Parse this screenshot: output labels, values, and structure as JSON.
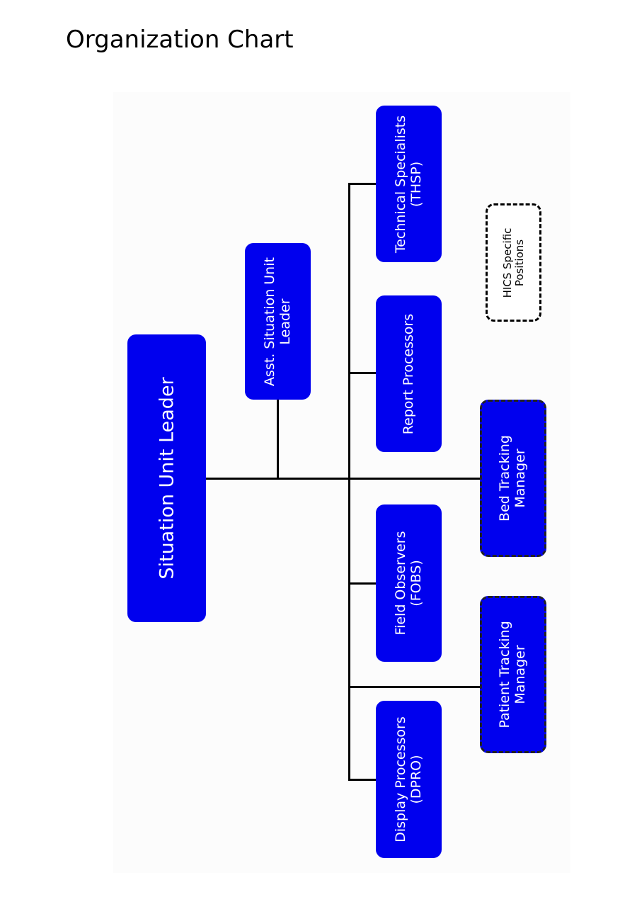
{
  "title": "Organization Chart",
  "colors": {
    "box_fill": "#0000ee",
    "box_text": "#ffffff",
    "connector": "#000000",
    "dashed_border": "#222222"
  },
  "nodes": {
    "situation_unit_leader": {
      "line1": "Situation Unit Leader"
    },
    "asst_situation_unit_leader": {
      "line1": "Asst. Situation Unit",
      "line2": "Leader"
    },
    "technical_specialists": {
      "line1": "Technical Specialists",
      "line2": "(THSP)"
    },
    "report_processors": {
      "line1": "Report Processors"
    },
    "field_observers": {
      "line1": "Field Observers",
      "line2": "(FOBS)"
    },
    "display_processors": {
      "line1": "Display Processors",
      "line2": "(DPRO)"
    },
    "bed_tracking_manager": {
      "line1": "Bed Tracking",
      "line2": "Manager"
    },
    "patient_tracking_manager": {
      "line1": "Patient Tracking",
      "line2": "Manager"
    }
  },
  "legend": {
    "line1": "HICS Specific",
    "line2": "Positions"
  }
}
